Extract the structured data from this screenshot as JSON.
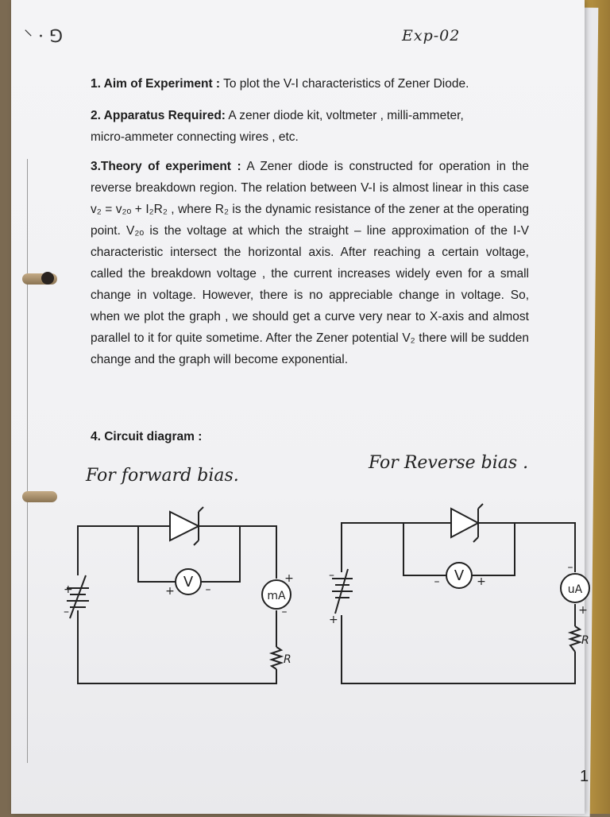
{
  "header_note": "Exp-02",
  "page_number": "1",
  "aim": {
    "label": "1. Aim of Experiment :",
    "text": " To plot  the V-I characteristics of Zener Diode."
  },
  "apparatus": {
    "label": "2. Apparatus Required:",
    "text": " A zener diode kit, voltmeter , milli-ammeter,",
    "text2": "micro-ammeter connecting wires , etc."
  },
  "theory": {
    "label": "3.Theory of experiment :",
    "text": " A Zener diode is constructed for operation in the reverse breakdown region. The relation between V-I is almost linear in this case v₂ = v₂ₒ + I₂R₂ , where R₂ is the dynamic resistance of the zener at the operating point. V₂ₒ is the voltage at which the straight – line approximation of  the I-V characteristic intersect the horizontal axis. After reaching a certain voltage, called the breakdown voltage , the current increases widely even for a small change in voltage. However, there is no appreciable change in voltage. So, when we plot the graph , we should get a curve very near to X-axis and almost parallel to it for quite sometime. After the Zener potential V₂ there will be sudden change and the graph will become exponential."
  },
  "circuit": {
    "label": "4. Circuit diagram :",
    "forward_title": "For forward bias.",
    "reverse_title": "For Reverse bias .",
    "voltmeter": "V",
    "milliammeter": "mA",
    "microammeter": "uA",
    "resistor": "R",
    "plus": "+",
    "minus": "–"
  }
}
